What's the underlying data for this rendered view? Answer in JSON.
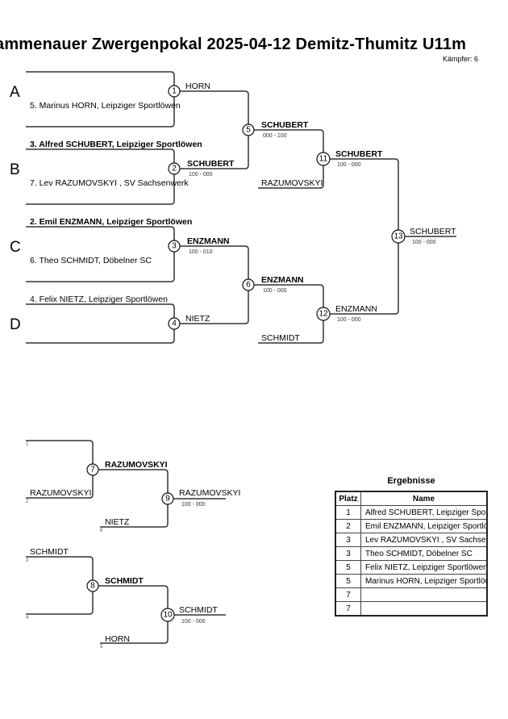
{
  "header": {
    "title": "ammenauer Zwergenpokal  2025-04-12  Demitz-Thumitz   U11m",
    "competitor_count": "Kämpfer: 6"
  },
  "pools": [
    "A",
    "B",
    "C",
    "D"
  ],
  "main_bracket": {
    "round1": [
      {
        "match": "1",
        "top": "",
        "bottom": "5. Marinus HORN, Leipziger Sportlöwen",
        "top_bold": false,
        "bottom_bold": false,
        "winner": "HORN",
        "winner_bold": false,
        "score": ""
      },
      {
        "match": "2",
        "top": "3. Alfred SCHUBERT, Leipziger Sportlöwen",
        "bottom": "7. Lev RAZUMOVSKYI , SV Sachsenwerk",
        "top_bold": true,
        "bottom_bold": false,
        "winner": "SCHUBERT",
        "winner_bold": true,
        "score": "100 - 000"
      },
      {
        "match": "3",
        "top": "2. Emil ENZMANN, Leipziger Sportlöwen",
        "bottom": "6. Theo SCHMIDT, Döbelner SC",
        "top_bold": true,
        "bottom_bold": false,
        "winner": "ENZMANN",
        "winner_bold": true,
        "score": "100 - 010"
      },
      {
        "match": "4",
        "top": "4. Felix NIETZ, Leipziger Sportlöwen",
        "bottom": "",
        "top_bold": false,
        "bottom_bold": false,
        "winner": "NIETZ",
        "winner_bold": false,
        "score": ""
      }
    ],
    "round2": [
      {
        "match": "5",
        "winner": "SCHUBERT",
        "score": "000 - 100"
      },
      {
        "match": "6",
        "winner": "ENZMANN",
        "score": "100 - 000"
      }
    ],
    "round3": [
      {
        "match": "11",
        "repechage_entry": "RAZUMOVSKYI",
        "winner": "SCHUBERT",
        "score": "100 - 000"
      },
      {
        "match": "12",
        "repechage_entry": "SCHMIDT",
        "winner": "ENZMANN",
        "score": "100 - 000"
      }
    ],
    "final": {
      "match": "13",
      "winner": "SCHUBERT",
      "score": "100 - 000"
    }
  },
  "repechage": {
    "upper": {
      "slots": [
        "1",
        "2",
        "6"
      ],
      "entries": [
        "",
        "RAZUMOVSKYI",
        "NIETZ"
      ],
      "match_a": {
        "match": "7",
        "winner": "RAZUMOVSKYI"
      },
      "match_b": {
        "match": "9",
        "winner": "RAZUMOVSKYI",
        "score": "100 - 000"
      }
    },
    "lower": {
      "slots": [
        "3",
        "4",
        "5"
      ],
      "entries": [
        "SCHMIDT",
        "",
        "HORN"
      ],
      "match_a": {
        "match": "8",
        "winner": "SCHMIDT"
      },
      "match_b": {
        "match": "10",
        "winner": "SCHMIDT",
        "score": "100 - 000"
      }
    }
  },
  "results": {
    "title": "Ergebnisse",
    "columns": [
      "Platz",
      "Name"
    ],
    "rows": [
      {
        "place": "1",
        "name": "Alfred SCHUBERT, Leipziger Sportlöwen"
      },
      {
        "place": "2",
        "name": "Emil ENZMANN, Leipziger Sportlöwen"
      },
      {
        "place": "3",
        "name": "Lev RAZUMOVSKYI , SV Sachsenwerk"
      },
      {
        "place": "3",
        "name": "Theo SCHMIDT, Döbelner SC"
      },
      {
        "place": "5",
        "name": "Felix NIETZ, Leipziger Sportlöwen"
      },
      {
        "place": "5",
        "name": "Marinus HORN, Leipziger Sportlöwen"
      },
      {
        "place": "7",
        "name": ""
      },
      {
        "place": "7",
        "name": ""
      }
    ]
  }
}
